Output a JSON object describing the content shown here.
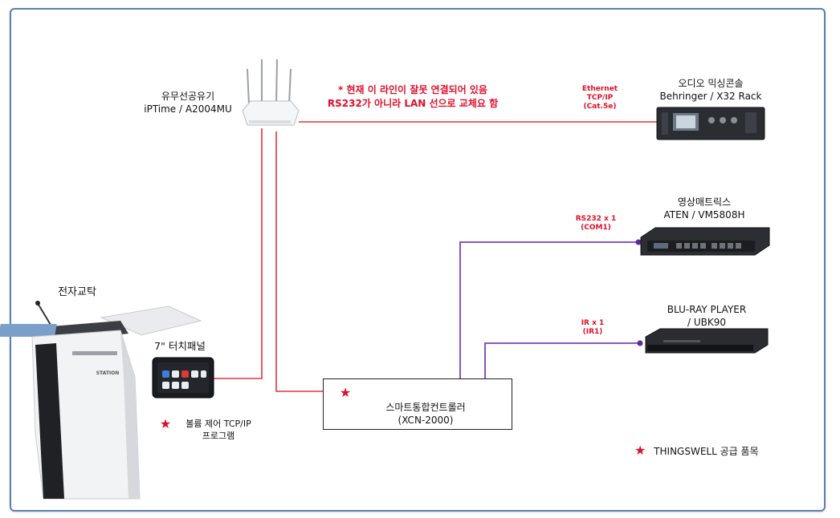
{
  "note": {
    "line1": "* 현재 이 라인이 잘못 연결되어 있음",
    "line2": "RS232가 아니라 LAN 선으로 교체요 함"
  },
  "router": {
    "name": "유무선공유기",
    "model": "iPTime / A2004MU"
  },
  "mixer": {
    "name": "오디오 믹싱콘솔",
    "model": "Behringer / X32 Rack"
  },
  "matrix": {
    "name": "영상매트릭스",
    "model": "ATEN / VM5808H"
  },
  "bluray": {
    "name": "BLU-RAY PLAYER",
    "model": "/ UBK90"
  },
  "podium": {
    "name": "전자교탁",
    "brand": "STATION"
  },
  "touch_panel": {
    "name": "7\" 터치패널"
  },
  "volume_program": {
    "line1": "볼륨 제어 TCP/IP",
    "line2": "프로그램"
  },
  "controller": {
    "name": "스마트통합컨트롤러",
    "model": "(XCN-2000)"
  },
  "conn_ethernet": {
    "line1": "Ethernet",
    "line2": "TCP/IP",
    "line3": "(Cat.5e)"
  },
  "conn_rs232": {
    "line1": "RS232 x 1",
    "line2": "(COM1)"
  },
  "conn_ir": {
    "line1": "IR x 1",
    "line2": "(IR1)"
  },
  "legend": {
    "star": "★",
    "text": "THINGSWELL 공급 품목"
  },
  "colors": {
    "lan": "#e8323c",
    "serial": "#7b3fb8",
    "accent": "#e0102a",
    "frame": "#5a7fae"
  }
}
